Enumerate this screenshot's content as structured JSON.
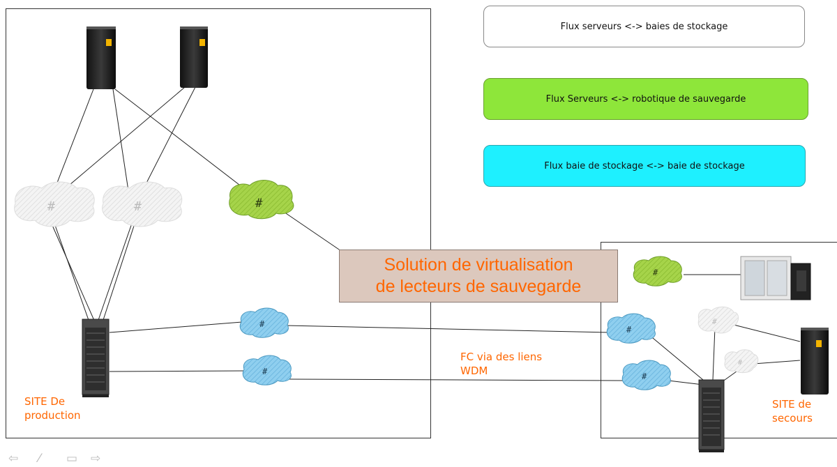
{
  "legend": {
    "storage_flow": "Flux serveurs <-> baies de stockage",
    "backup_flow": "Flux Serveurs <-> robotique de sauvegarde",
    "replication_flow": "Flux baie de stockage <-> baie de stockage"
  },
  "virtualization": {
    "line1": "Solution de virtualisation",
    "line2": "de lecteurs de sauvegarde"
  },
  "sites": {
    "production_line1": "SITE De",
    "production_line2": "production",
    "backup_line1": "SITE de",
    "backup_line2": "secours"
  },
  "link_label": {
    "line1": "FC via des liens",
    "line2": "WDM"
  },
  "colors": {
    "orange_text": "#ff6600",
    "green_flow": "#8ee63a",
    "cyan_flow": "#1ef0ff",
    "virt_box": "#dcc8bd"
  },
  "icons": {
    "nav_prev": "⇦",
    "nav_edit": "⁄",
    "nav_screen": "▭",
    "nav_next": "⇨"
  }
}
